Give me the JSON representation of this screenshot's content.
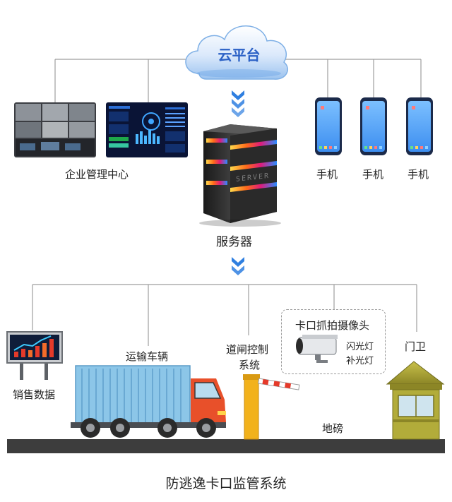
{
  "cloud": {
    "label": "云平台"
  },
  "enterprise_center": {
    "label": "企业管理中心"
  },
  "server": {
    "label": "服务器",
    "faceplate": "SERVER"
  },
  "phones": [
    {
      "label": "手机"
    },
    {
      "label": "手机"
    },
    {
      "label": "手机"
    }
  ],
  "bottom": {
    "sales": {
      "label": "销售数据"
    },
    "truck": {
      "label": "运输车辆"
    },
    "gate": {
      "label_line1": "道闸控制",
      "label_line2": "系统"
    },
    "camera": {
      "title": "卡口抓拍摄像头",
      "light1": "闪光灯",
      "light2": "补光灯"
    },
    "guard": {
      "label": "门卫"
    },
    "scale": {
      "label": "地磅"
    }
  },
  "title": "防逃逸卡口监管系统",
  "colors": {
    "line": "#9e9e9e",
    "arrow": "#2f7fe0",
    "phone_screen": "#5aa8f5",
    "container": "#8cc6e8",
    "truck_cab": "#e8502a",
    "barrier_post": "#f2b21c",
    "booth": "#a8a234",
    "ground": "#3d3d3d"
  }
}
